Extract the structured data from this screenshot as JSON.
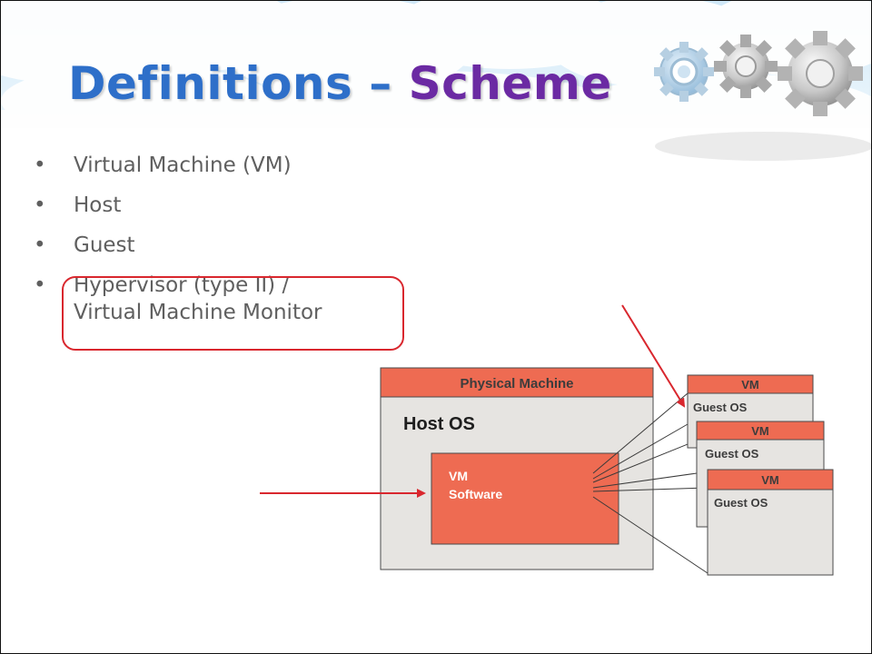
{
  "title": {
    "part1": "Definitions – ",
    "part2": "Scheme"
  },
  "bullets": [
    {
      "text": "Virtual Machine (VM)"
    },
    {
      "text": "Host"
    },
    {
      "text": "Guest"
    },
    {
      "line1": "Hypervisor (type II) /",
      "line2": "Virtual Machine Monitor",
      "highlighted": true
    }
  ],
  "bullet_glyph": "•",
  "diagram": {
    "physical_machine": "Physical Machine",
    "host_os": "Host OS",
    "vm_software_line1": "VM",
    "vm_software_line2": "Software",
    "vms": [
      {
        "header": "VM",
        "os": "Guest OS"
      },
      {
        "header": "VM",
        "os": "Guest OS"
      },
      {
        "header": "VM",
        "os": "Guest OS"
      }
    ]
  },
  "colors": {
    "title_blue": "#2e6fc9",
    "title_purple": "#6b2aa3",
    "accent_red": "#d9272e",
    "block_salmon": "#ee6b52",
    "panel_gray": "#e6e4e1",
    "text": "#5f5f5f"
  },
  "icons": [
    "gear-icon",
    "gear-icon",
    "gear-icon"
  ]
}
